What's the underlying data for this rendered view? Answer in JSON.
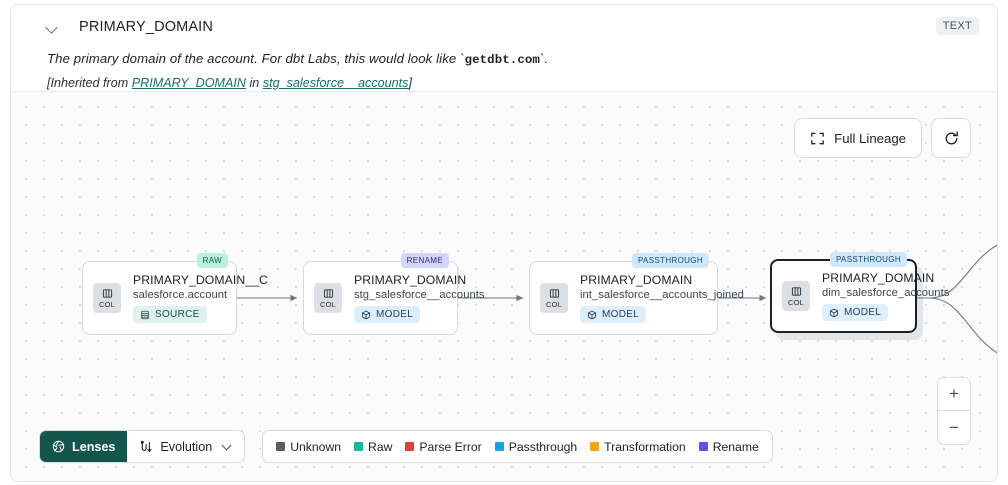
{
  "header": {
    "column_name": "PRIMARY_DOMAIN",
    "type_badge": "TEXT",
    "collapse_icon": "chevron-down-icon",
    "description_prefix": "The primary domain of the account. For dbt Labs, this would look like `",
    "description_code": "getdbt.com",
    "description_suffix": "`.",
    "inherited_prefix": "[Inherited from ",
    "inherited_link_1": "PRIMARY_DOMAIN",
    "inherited_middle": " in ",
    "inherited_link_2": "stg_salesforce__accounts",
    "inherited_suffix": "]",
    "link_color": "#14706b"
  },
  "canvas": {
    "tools": {
      "full_lineage_label": "Full Lineage",
      "full_lineage_icon": "expand-corners-icon",
      "refresh_icon": "refresh-icon"
    },
    "zoom": {
      "zoom_in_label": "+",
      "zoom_out_label": "−"
    }
  },
  "lineage": {
    "nodes": [
      {
        "tag": "RAW",
        "tag_class": "tag-raw",
        "column": "PRIMARY_DOMAIN__C",
        "dataset": "salesforce.account",
        "kind": "SOURCE",
        "kind_class": "kind-source",
        "kind_icon": "table-icon",
        "chip_label": "COL",
        "selected": false
      },
      {
        "tag": "RENAME",
        "tag_class": "tag-rename",
        "column": "PRIMARY_DOMAIN",
        "dataset": "stg_salesforce__accounts",
        "kind": "MODEL",
        "kind_class": "kind-model",
        "kind_icon": "cube-icon",
        "chip_label": "COL",
        "selected": false
      },
      {
        "tag": "PASSTHROUGH",
        "tag_class": "tag-passthrough",
        "column": "PRIMARY_DOMAIN",
        "dataset": "int_salesforce__accounts_joined",
        "kind": "MODEL",
        "kind_class": "kind-model",
        "kind_icon": "cube-icon",
        "chip_label": "COL",
        "selected": false
      },
      {
        "tag": "PASSTHROUGH",
        "tag_class": "tag-passthrough",
        "column": "PRIMARY_DOMAIN",
        "dataset": "dim_salesforce_accounts",
        "kind": "MODEL",
        "kind_class": "kind-model",
        "kind_icon": "cube-icon",
        "chip_label": "COL",
        "selected": true
      }
    ]
  },
  "bottom": {
    "lenses_label": "Lenses",
    "lenses_icon": "aperture-icon",
    "evolution_label": "Evolution",
    "evolution_icon": "evolution-icon",
    "evolution_caret": "chevron-down-icon",
    "legend": [
      {
        "label": "Unknown",
        "color": "#565e66"
      },
      {
        "label": "Raw",
        "color": "#17b89b"
      },
      {
        "label": "Parse Error",
        "color": "#e0403c"
      },
      {
        "label": "Passthrough",
        "color": "#1ba0e0"
      },
      {
        "label": "Transformation",
        "color": "#f0a51b"
      },
      {
        "label": "Rename",
        "color": "#5b52ef"
      }
    ]
  }
}
